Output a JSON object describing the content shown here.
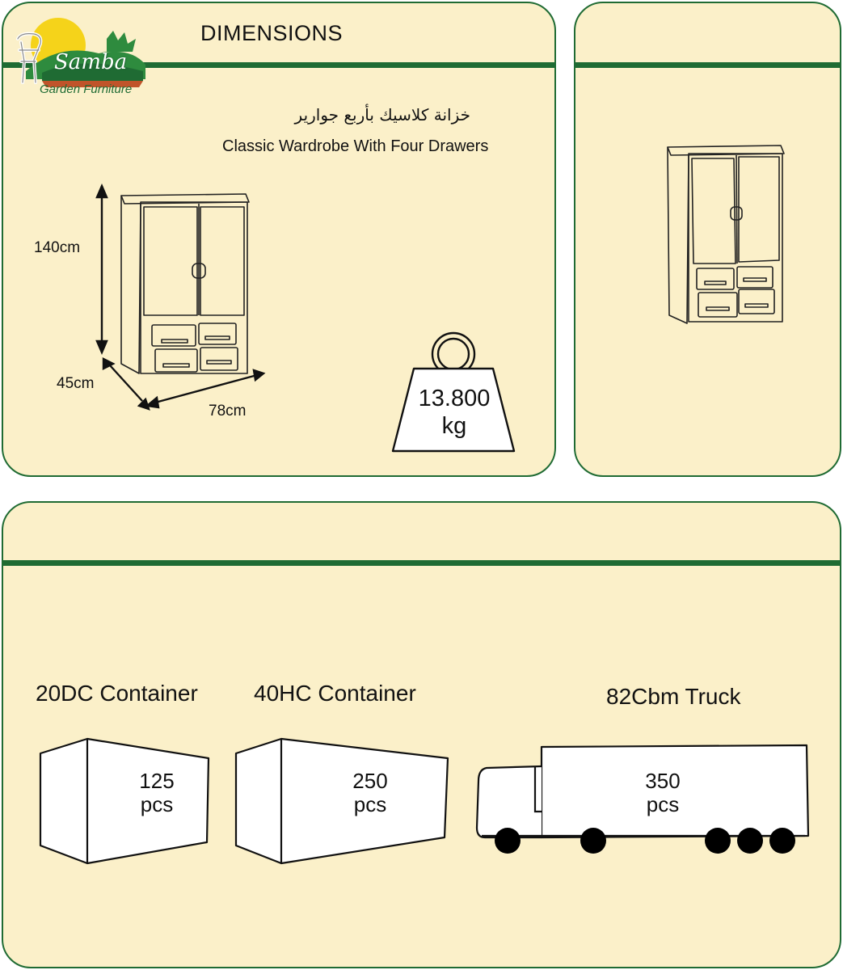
{
  "header": {
    "title": "DIMENSIONS"
  },
  "brand": {
    "name": "Samba",
    "tagline": "Garden Furniture",
    "colors": {
      "green": "#1f6b33",
      "sun": "#f5d31a",
      "panel": "#fbf0c9"
    }
  },
  "product": {
    "name_ar": "خزانة كلاسيك بأربع جوارير",
    "name_en": "Classic Wardrobe With Four Drawers"
  },
  "dimensions": {
    "height": "140cm",
    "depth": "45cm",
    "width": "78cm"
  },
  "weight": {
    "value": "13.800",
    "unit": "kg"
  },
  "loading": [
    {
      "title": "20DC Container",
      "qty": "125",
      "unit": "pcs"
    },
    {
      "title": "40HC Container",
      "qty": "250",
      "unit": "pcs"
    },
    {
      "title": "82Cbm Truck",
      "qty": "350",
      "unit": "pcs"
    }
  ]
}
